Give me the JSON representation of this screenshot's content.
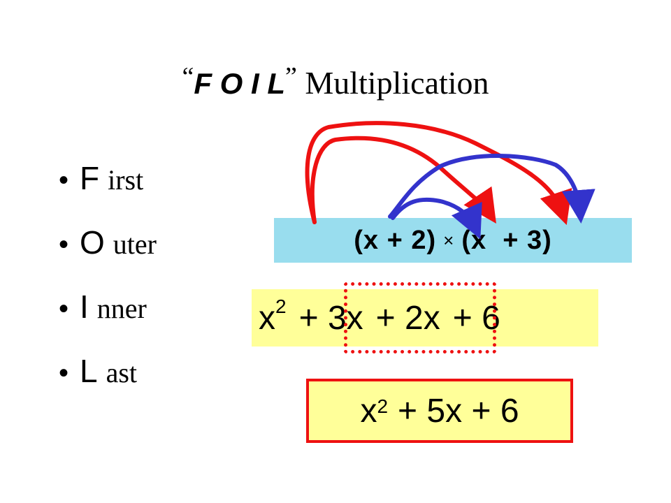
{
  "title": {
    "open_quote": "“",
    "foil": "F O I L",
    "close_quote": "”",
    "rest": "Multiplication"
  },
  "steps": [
    {
      "bullet": "•",
      "letter": "F",
      "rest": "irst"
    },
    {
      "bullet": "•",
      "letter": "O",
      "rest": "uter"
    },
    {
      "bullet": "•",
      "letter": "I",
      "rest": "nner"
    },
    {
      "bullet": "•",
      "letter": "L",
      "rest": "ast"
    }
  ],
  "equation": {
    "left": "(x + 2)",
    "times": "×",
    "right": "(x  + 3)"
  },
  "expansion": {
    "x_base": "x",
    "x_exp": "2",
    "t1": "+ 3x",
    "t2": "+ 2x",
    "t3": "+ 6"
  },
  "answer": {
    "x_base": "x",
    "x_exp": "2",
    "rest": "+ 5x + 6"
  },
  "colors": {
    "equation_bg": "#99ddee",
    "highlight_bg": "#ffff99",
    "red": "#ee1111",
    "blue": "#3333cc"
  }
}
